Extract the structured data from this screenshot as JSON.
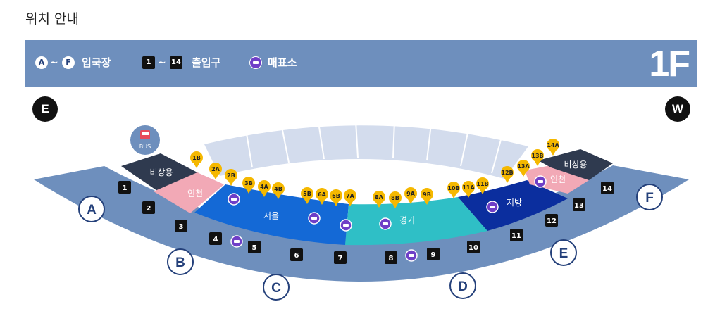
{
  "page_title": "위치 안내",
  "legend": {
    "gate_from": "A",
    "gate_tilde": "~",
    "gate_to": "F",
    "gate_label": "입국장",
    "exit_from": "1",
    "exit_tilde": "~",
    "exit_to": "14",
    "exit_label": "출입구",
    "ticket_label": "매표소",
    "ticket_icon": "ticket-icon"
  },
  "floor": "1F",
  "directions": {
    "west_side": "E",
    "east_side": "W"
  },
  "bus": {
    "label": "BUS",
    "icon": "bus-icon"
  },
  "colors": {
    "legend_bg": "#6e8fbd",
    "gate_ring": "#6e8fbd",
    "emergency": "#2f3a4f",
    "incheon": "#f2a9b6",
    "seoul": "#1469d6",
    "gyeonggi": "#2fbfc6",
    "jibang": "#0b2e9e",
    "pin": "#f5b800",
    "ticket": "#6f3fc7",
    "seating": "#d3dced"
  },
  "zones": [
    {
      "id": "emergency-left",
      "label": "비상용"
    },
    {
      "id": "incheon-left",
      "label": "인천"
    },
    {
      "id": "seoul",
      "label": "서울"
    },
    {
      "id": "gyeonggi",
      "label": "경기"
    },
    {
      "id": "jibang",
      "label": "지방"
    },
    {
      "id": "incheon-right",
      "label": "인천"
    },
    {
      "id": "emergency-right",
      "label": "비상용"
    }
  ],
  "gates": [
    "A",
    "B",
    "C",
    "D",
    "E",
    "F"
  ],
  "exits": [
    "1",
    "2",
    "3",
    "4",
    "5",
    "6",
    "7",
    "8",
    "9",
    "10",
    "11",
    "12",
    "13",
    "14"
  ],
  "pins": [
    "1B",
    "2A",
    "2B",
    "3B",
    "4A",
    "4B",
    "5B",
    "6A",
    "6B",
    "7A",
    "8A",
    "8B",
    "9A",
    "9B",
    "10B",
    "11A",
    "11B",
    "12B",
    "13A",
    "13B",
    "14A"
  ]
}
